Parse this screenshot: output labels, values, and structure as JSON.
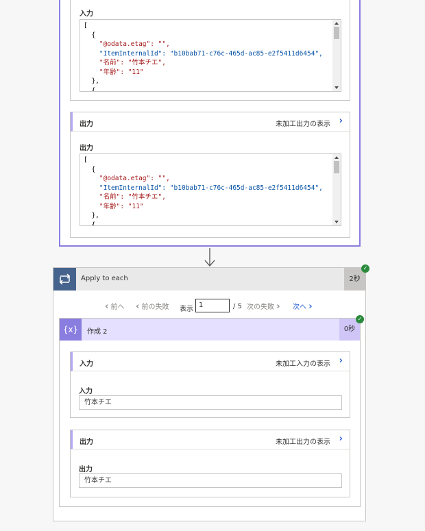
{
  "top_card": {
    "input_section": {
      "title": "入力",
      "code": [
        "[",
        "  {",
        "    \"@odata.etag\": \"\",",
        "    \"ItemInternalId\": \"b10bab71-c76c-465d-ac85-e2f5411d6454\",",
        "    \"名前\": \"竹本チエ\",",
        "    \"年齢\": \"11\"",
        "  },",
        "  {"
      ]
    },
    "output_panel": {
      "header": "出力",
      "raw_link": "未加工出力の表示",
      "section_title": "出力",
      "code": [
        "[",
        "  {",
        "    \"@odata.etag\": \"\",",
        "    \"ItemInternalId\": \"b10bab71-c76c-465d-ac85-e2f5411d6454\",",
        "    \"名前\": \"竹本チエ\",",
        "    \"年齢\": \"11\"",
        "  },",
        "  {"
      ]
    }
  },
  "apply_each": {
    "title": "Apply to each",
    "duration": "2秒",
    "pager": {
      "prev": "前へ",
      "prev_failed": "前の失敗",
      "show": "表示",
      "current": "1",
      "total": "/ 5",
      "next_failed": "次の失敗",
      "next": "次へ"
    },
    "compose": {
      "title": "作成 2",
      "duration": "0秒",
      "icon": "{x}",
      "input_panel": {
        "header": "入力",
        "raw_link": "未加工入力の表示",
        "field_label": "入力",
        "field_value": "竹本チエ"
      },
      "output_panel": {
        "header": "出力",
        "raw_link": "未加工出力の表示",
        "field_label": "出力",
        "field_value": "竹本チエ"
      }
    }
  },
  "colors": {
    "accent_purple": "#8a7de0",
    "apply_icon_bg": "#46638e",
    "success_green": "#2a8a3c",
    "link_blue": "#2b63d6"
  }
}
